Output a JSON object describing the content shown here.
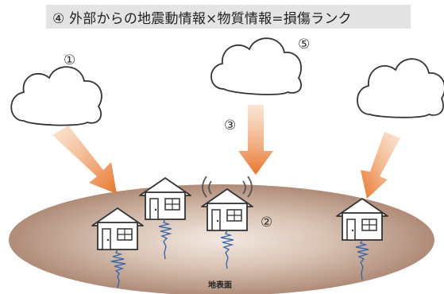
{
  "title": "④ 外部からの地震動情報×物質情報=損傷ランク",
  "labels": {
    "one": "①",
    "two": "②",
    "three": "③",
    "five": "⑤"
  },
  "ground_label": "地表面",
  "colors": {
    "arrow": "#e8762b",
    "ground_center": "#c9b1a1",
    "ground_edge": "#9b7460",
    "seismic": "#3b67a8",
    "title_bg": "#e4e4e4"
  }
}
